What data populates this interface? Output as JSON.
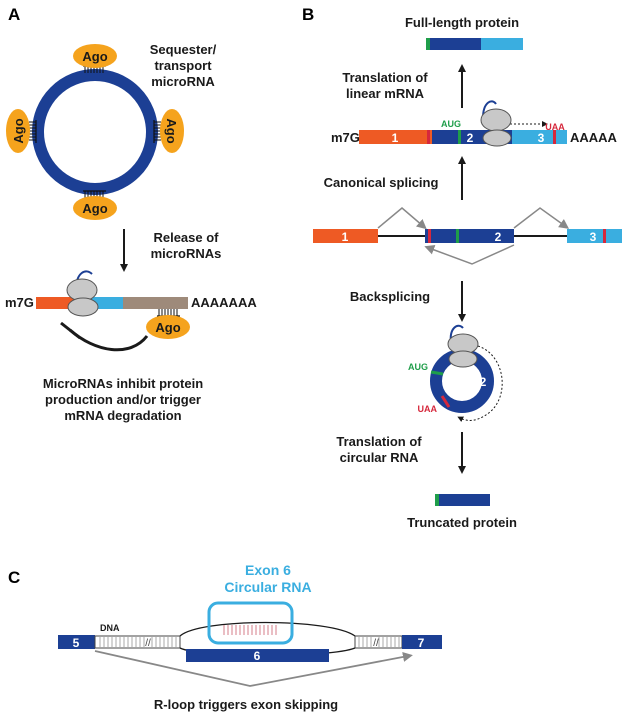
{
  "panels": {
    "a": "A",
    "b": "B",
    "c": "C"
  },
  "colors": {
    "dark_blue": "#1c3f94",
    "light_blue": "#3aaee0",
    "orange": "#ee5a24",
    "ago_orange": "#f5a31d",
    "brown": "#9e8a7a",
    "green": "#1f9e4a",
    "red": "#d6283c",
    "ribosome_gray": "#c8c8c8",
    "arrow_gray": "#888888"
  },
  "panel_a": {
    "sequester_lines": [
      "Sequester/",
      "transport",
      "microRNA"
    ],
    "ago": "Ago",
    "release_lines": [
      "Release of",
      "microRNAs"
    ],
    "m7g": "m7G",
    "polya": "AAAAAAA",
    "inhibit_lines": [
      "MicroRNAs inhibit protein",
      "production and/or trigger",
      "mRNA degradation"
    ]
  },
  "panel_b": {
    "full_length": "Full-length protein",
    "translation_linear_lines": [
      "Translation of",
      "linear mRNA"
    ],
    "m7g": "m7G",
    "polya": "AAAAA",
    "aug": "AUG",
    "uaa": "UAA",
    "exon_labels": [
      "1",
      "2",
      "3"
    ],
    "canonical": "Canonical splicing",
    "backsplicing": "Backsplicing",
    "translation_circ_lines": [
      "Translation of",
      "circular RNA"
    ],
    "truncated": "Truncated protein"
  },
  "panel_c": {
    "exon6_lines": [
      "Exon 6",
      "Circular RNA"
    ],
    "dna": "DNA",
    "exon_labels": [
      "5",
      "6",
      "7"
    ],
    "rloop": "R-loop triggers exon skipping"
  }
}
